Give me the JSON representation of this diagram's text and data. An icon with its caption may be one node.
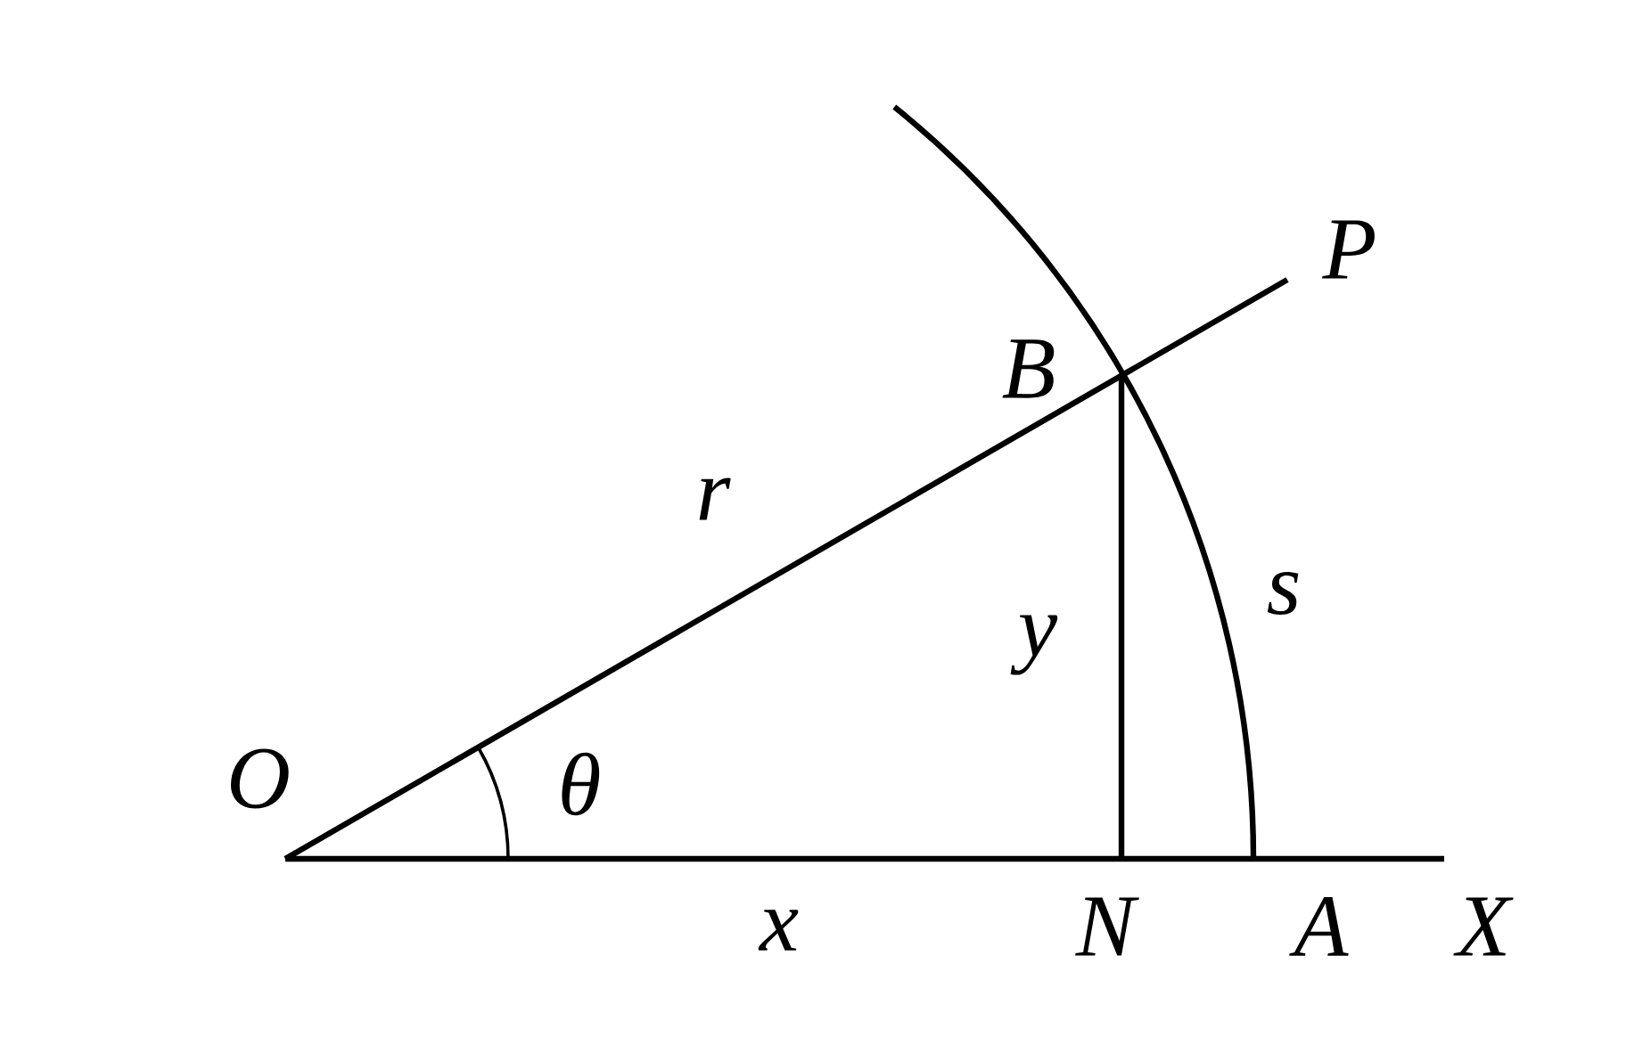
{
  "diagram": {
    "labels": [
      "P",
      "B",
      "r",
      "s",
      "y",
      "O",
      "θ",
      "x",
      "N",
      "A",
      "X"
    ]
  }
}
